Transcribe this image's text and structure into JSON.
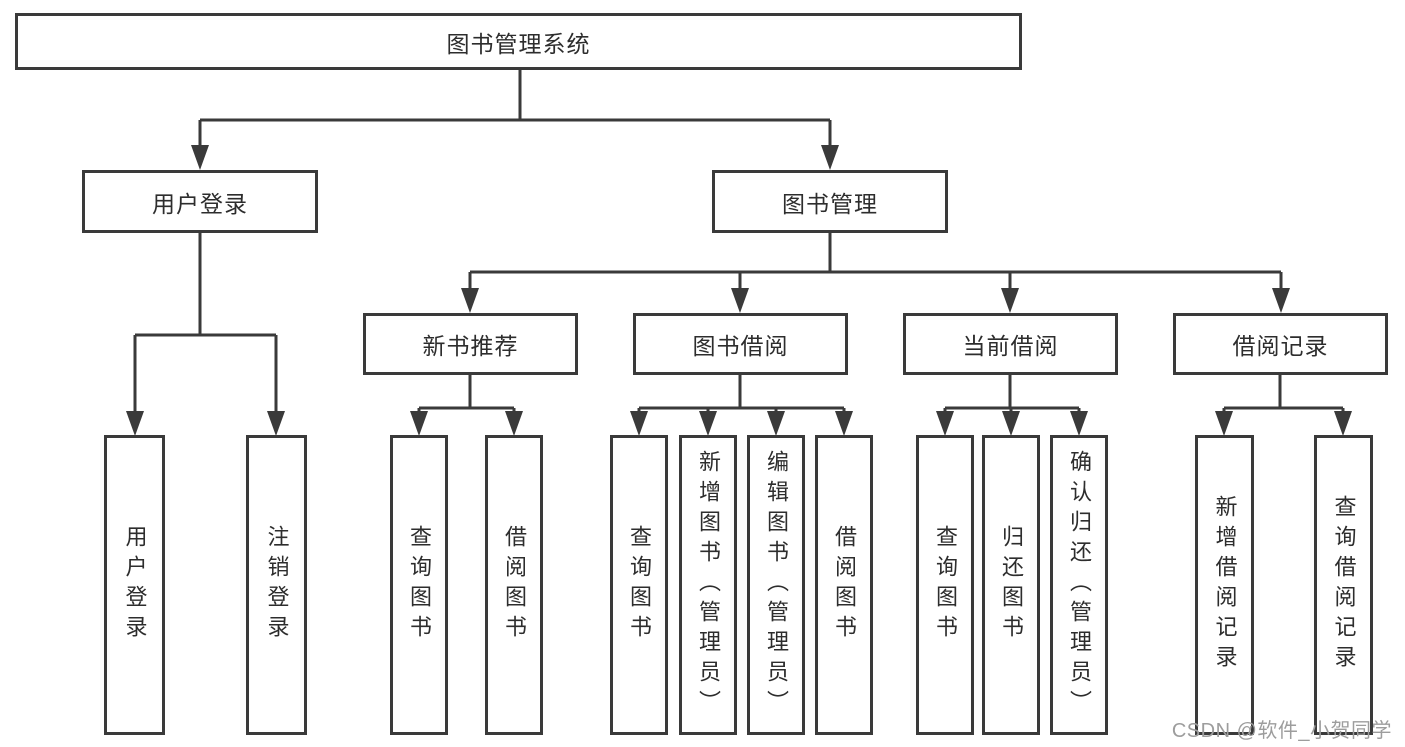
{
  "diagram": {
    "root": {
      "label": "图书管理系统"
    },
    "level2": [
      {
        "label": "用户登录"
      },
      {
        "label": "图书管理"
      }
    ],
    "level3": [
      {
        "label": "新书推荐"
      },
      {
        "label": "图书借阅"
      },
      {
        "label": "当前借阅"
      },
      {
        "label": "借阅记录"
      }
    ],
    "leaves": {
      "user_login": [
        "用户登录",
        "注销登录"
      ],
      "new_books": [
        "查询图书",
        "借阅图书"
      ],
      "book_borrowing": [
        "查询图书",
        "新增图书（管理员）",
        "编辑图书（管理员）",
        "借阅图书"
      ],
      "current_borrowing": [
        "查询图书",
        "归还图书",
        "确认归还（管理员）"
      ],
      "borrowing_records": [
        "新增借阅记录",
        "查询借阅记录"
      ]
    },
    "watermark": "CSDN @软件_小贺同学",
    "colors": {
      "line": "#3a3a3a",
      "text": "#2d2d2d",
      "watermark": "#9d9d9d",
      "background": "#ffffff"
    }
  }
}
